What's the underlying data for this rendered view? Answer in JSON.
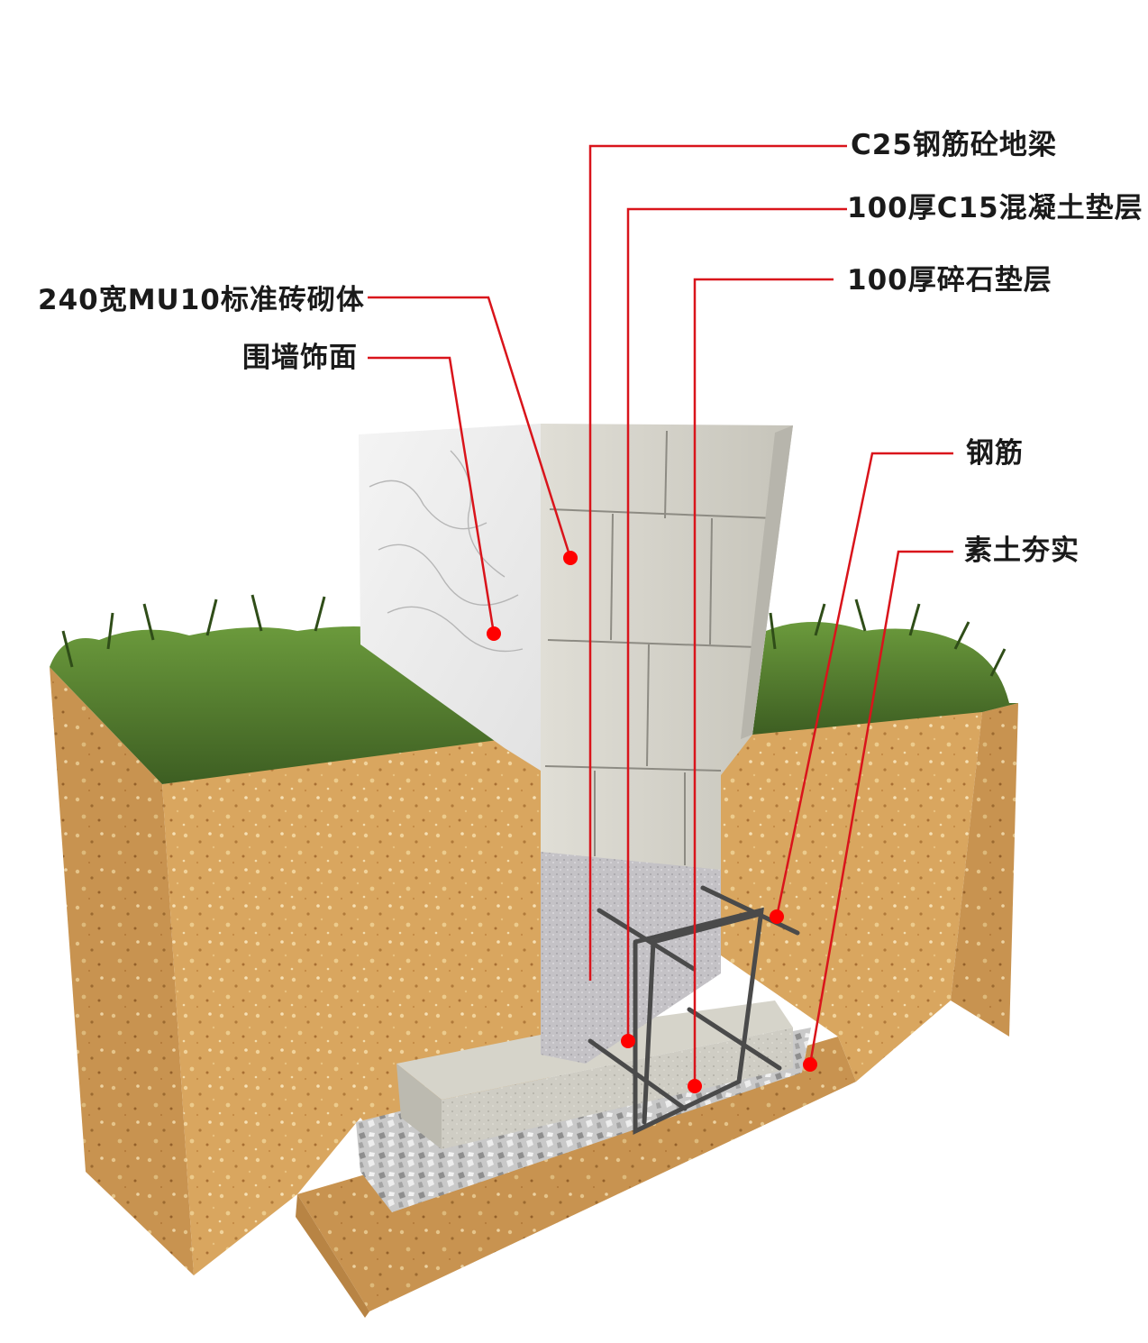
{
  "labels": {
    "c25_beam": "C25钢筋砼地梁",
    "c15_cushion": "100厚C15混凝土垫层",
    "gravel_cushion": "100厚碎石垫层",
    "brick_masonry": "240宽MU10标准砖砌体",
    "wall_facing": "围墙饰面",
    "rebar": "钢筋",
    "rammed_soil": "素土夯实"
  },
  "colors": {
    "leader_line": "#d9141b",
    "marker_dot": "#ff0000",
    "label_text": "#1a1a1a",
    "soil": "#d9a65f",
    "grass": "#4f7a2c",
    "marble": "#ececec",
    "brick": "#d2d0c6",
    "concrete": "#c8c6bd",
    "gravel": "#b8b8b8",
    "rebar": "#555555"
  }
}
